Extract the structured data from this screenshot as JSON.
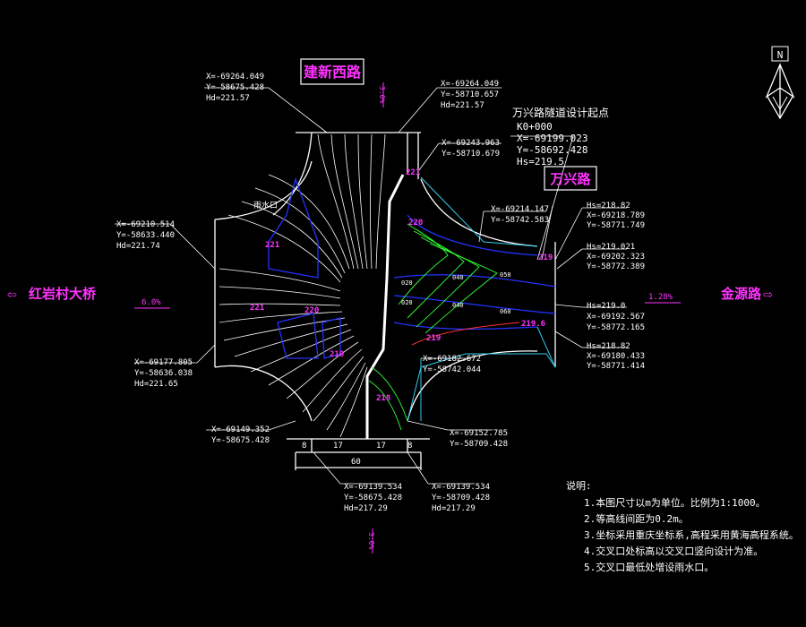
{
  "colors": {
    "background": "#000000",
    "linework": "#ffffff",
    "label": "#ff33ff",
    "boundary": "#2233ff",
    "curb": "#33ccee",
    "contour": "#33ff33",
    "contour_red": "#ff3333"
  },
  "roads": {
    "north": "建新西路",
    "east": "万兴路",
    "west": "红岩村大桥",
    "east_dest": "金源路"
  },
  "arrows": {
    "left": "⇦",
    "right": "⇨"
  },
  "grades": {
    "west": "6.0%",
    "east": "1.28%",
    "north": "3.0%",
    "south": "3.0%"
  },
  "start_point": {
    "title": "万兴路隧道设计起点",
    "chainage": "K0+000",
    "x": "X=-69199.023",
    "y": "Y=-58692.428",
    "h": "Hs=219.5"
  },
  "coords": [
    {
      "x": "X=-69264.049",
      "y": "Y=-58675.428",
      "h": "Hd=221.57"
    },
    {
      "x": "X=-69264.049",
      "y": "Y=-58710.657",
      "h": "Hd=221.57"
    },
    {
      "x": "X=-69243.963",
      "y": "Y=-58710.679"
    },
    {
      "x": "X=-69214.147",
      "y": "Y=-58742.583"
    },
    {
      "x": "X=-69218.789",
      "y": "Y=-58771.749",
      "h": "Hs=218.82"
    },
    {
      "x": "X=-69202.323",
      "y": "Y=-58772.389",
      "h": "Hs=219.021"
    },
    {
      "x": "X=-69192.567",
      "y": "Y=-58772.165",
      "h": "Hs=219.0"
    },
    {
      "x": "X=-69180.433",
      "y": "Y=-58771.414",
      "h": "Hs=218.82"
    },
    {
      "x": "X=-69182.672",
      "y": "Y=-58742.044"
    },
    {
      "x": "X=-69152.785",
      "y": "Y=-58709.428"
    },
    {
      "x": "X=-69139.534",
      "y": "Y=-58709.428",
      "h": "Hd=217.29"
    },
    {
      "x": "X=-69139.534",
      "y": "Y=-58675.428",
      "h": "Hd=217.29"
    },
    {
      "x": "X=-69149.352",
      "y": "Y=-58675.428"
    },
    {
      "x": "X=-69177.805",
      "y": "Y=-58636.038",
      "h": "Hd=221.65"
    },
    {
      "x": "X=-69210.514",
      "y": "Y=-58633.440",
      "h": "Hd=221.74"
    }
  ],
  "elevations": [
    "221",
    "220",
    "221",
    "220",
    "219",
    "221",
    "219",
    "219",
    "218",
    "219.6"
  ],
  "contour_labels": [
    "020",
    "040",
    "020",
    "040",
    "050",
    "060"
  ],
  "rain_inlet": "雨水口",
  "dims": {
    "a": "8",
    "b": "17",
    "c": "17",
    "d": "8",
    "total": "60"
  },
  "compass": "N",
  "notes": {
    "title": "说明:",
    "items": [
      "1.本图尺寸以m为单位。比例为1:1000。",
      "2.等高线间距为0.2m。",
      "3.坐标采用重庆坐标系,高程采用黄海高程系统。",
      "4.交叉口处标高以交叉口竖向设计为准。",
      "5.交叉口最低处增设雨水口。"
    ]
  }
}
